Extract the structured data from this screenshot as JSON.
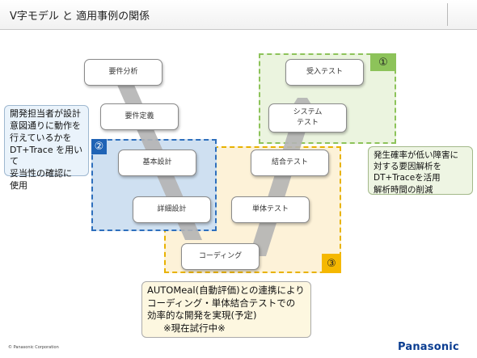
{
  "header": {
    "title": "V字モデル と 適用事例の関係"
  },
  "zones": {
    "blue_badge": "②",
    "yellow_badge": "③",
    "green_badge": "①"
  },
  "boxes": {
    "requirements_analysis": "要件分析",
    "requirements_definition": "要件定義",
    "basic_design": "基本設計",
    "detailed_design": "詳細設計",
    "coding": "コーディング",
    "unit_test": "単体テスト",
    "integration_test": "結合テスト",
    "system_test_line1": "システム",
    "system_test_line2": "テスト",
    "acceptance_test": "受入テスト"
  },
  "callouts": {
    "left": [
      "開発担当者が設計",
      "意図通りに動作を",
      "行えているかを",
      "DT+Trace を用いて",
      "妥当性の確認に",
      "使用"
    ],
    "right": [
      "発生確率が低い障害に",
      "対する要因解析を",
      "DT+Traceを活用",
      "解析時間の削減"
    ],
    "bottom": [
      "AUTOMeal(自動評価)との連携により",
      "コーディング・単体結合テストでの",
      "効率的な開発を実現(予定)",
      "※現在試行中※"
    ]
  },
  "footer": {
    "copyright": "© Panasonic Corporation",
    "logo": "Panasonic"
  },
  "colors": {
    "blue_zone": "#cfe0f1",
    "yellow_zone": "#fdf2d8",
    "green_zone": "#ebf4df",
    "arrow": "#b4b4b4",
    "brand": "#0b3d91"
  }
}
